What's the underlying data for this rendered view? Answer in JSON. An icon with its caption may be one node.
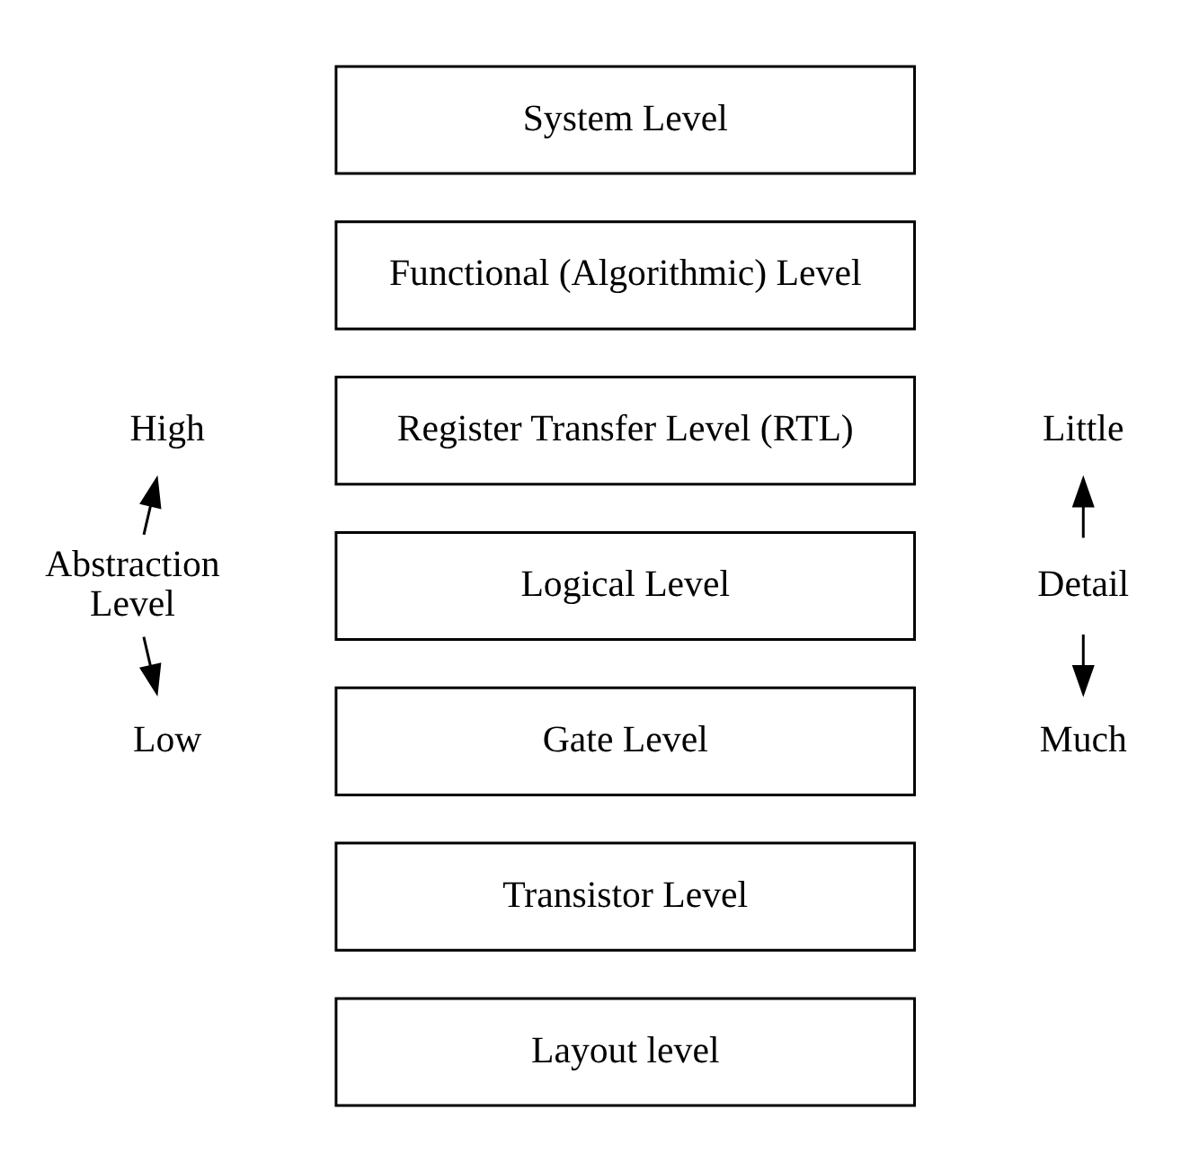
{
  "diagram": {
    "nodes": [
      {
        "text": [
          "System Level"
        ]
      },
      {
        "text": [
          "Functional (Algorithmic) Level"
        ]
      },
      {
        "text": [
          "Register Transfer Level (RTL)"
        ]
      },
      {
        "text": [
          "Logical Level"
        ]
      },
      {
        "text": [
          "Gate Level"
        ]
      },
      {
        "text": [
          "Transistor Level"
        ]
      },
      {
        "text": [
          "Layout level"
        ]
      },
      {
        "text": [
          "High"
        ]
      },
      {
        "text": [
          "Abstraction Level"
        ]
      },
      {
        "text": [
          "Low"
        ]
      },
      {
        "text": [
          "Little"
        ]
      },
      {
        "text": [
          "Detail"
        ]
      },
      {
        "text": [
          "Much"
        ]
      }
    ],
    "edges": [
      {
        "from": 8,
        "to": 7,
        "arrow": "to"
      },
      {
        "from": 8,
        "to": 9,
        "arrow": "to"
      },
      {
        "from": 11,
        "to": 10,
        "arrow": "to"
      },
      {
        "from": 11,
        "to": 12,
        "arrow": "to"
      }
    ]
  }
}
